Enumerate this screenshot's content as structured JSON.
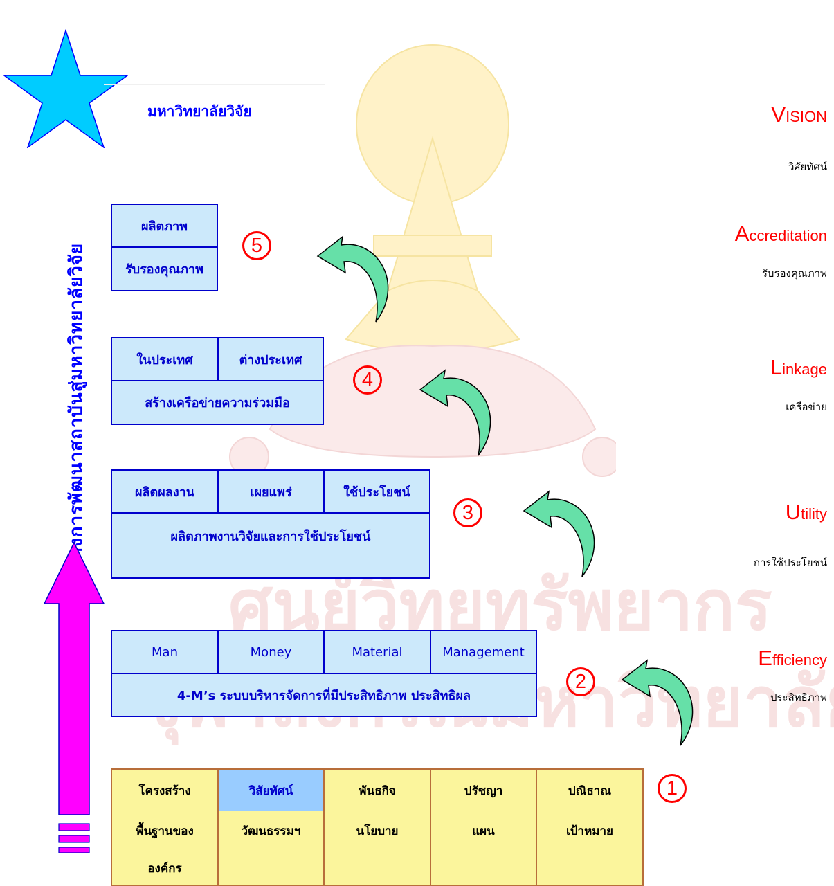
{
  "title": "มหาวิทยาลัยวิจัย",
  "vertical_text": "เส้นทางการพัฒนาสถาบันสู่มหาวิทยาลัยวิจัย",
  "watermark": {
    "line1": "ศูนย์วิทยทรัพยากร",
    "line2": "จุฬาลงกรณ์มหาวิทยาลัย"
  },
  "vals": [
    {
      "cap": "V",
      "rest": "ISION",
      "thai": "วิสัยทัศน์"
    },
    {
      "cap": "A",
      "rest": "ccreditation",
      "thai": "รับรองคุณภาพ"
    },
    {
      "cap": "L",
      "rest": "inkage",
      "thai": "เครือข่าย"
    },
    {
      "cap": "U",
      "rest": "tility",
      "thai": "การใช้ประโยชน์"
    },
    {
      "cap": "E",
      "rest": "fficiency",
      "thai": "ประสิทธิภาพ"
    }
  ],
  "steps": [
    "1",
    "2",
    "3",
    "4",
    "5"
  ],
  "level5": {
    "top": "ผลิตภาพ",
    "bottom": "รับรองคุณภาพ"
  },
  "level4": {
    "cells": [
      "ในประเทศ",
      "ต่างประเทศ"
    ],
    "bottom": "สร้างเครือข่ายความร่วมมือ"
  },
  "level3": {
    "cells": [
      "ผลิตผลงาน",
      "เผยแพร่",
      "ใช้ประโยชน์"
    ],
    "bottom": "ผลิตภาพงานวิจัยและการใช้ประโยชน์"
  },
  "level2": {
    "cells": [
      "Man",
      "Money",
      "Material",
      "Management"
    ],
    "bottom": "4-M’s ระบบบริหารจัดการที่มีประสิทธิภาพ ประสิทธิผล"
  },
  "foundation": {
    "row1": [
      "โครงสร้าง",
      "วิสัยทัศน์",
      "พันธกิจ",
      "ปรัชญา",
      "ปณิธาณ"
    ],
    "row2": [
      "พื้นฐานของ",
      "วัฒนธรรมฯ",
      "นโยบาย",
      "แผน",
      "เป้าหมาย"
    ],
    "row3": [
      "องค์กร"
    ]
  },
  "colors": {
    "blue": "#0000cc",
    "red": "#ff0000",
    "cell_fill": "#cce9fb",
    "foundation_fill": "#fbf59c",
    "highlight": "#99ccff",
    "star": "#00ccff",
    "arrow": "#ff00ff",
    "curl": "#66e0a8"
  }
}
